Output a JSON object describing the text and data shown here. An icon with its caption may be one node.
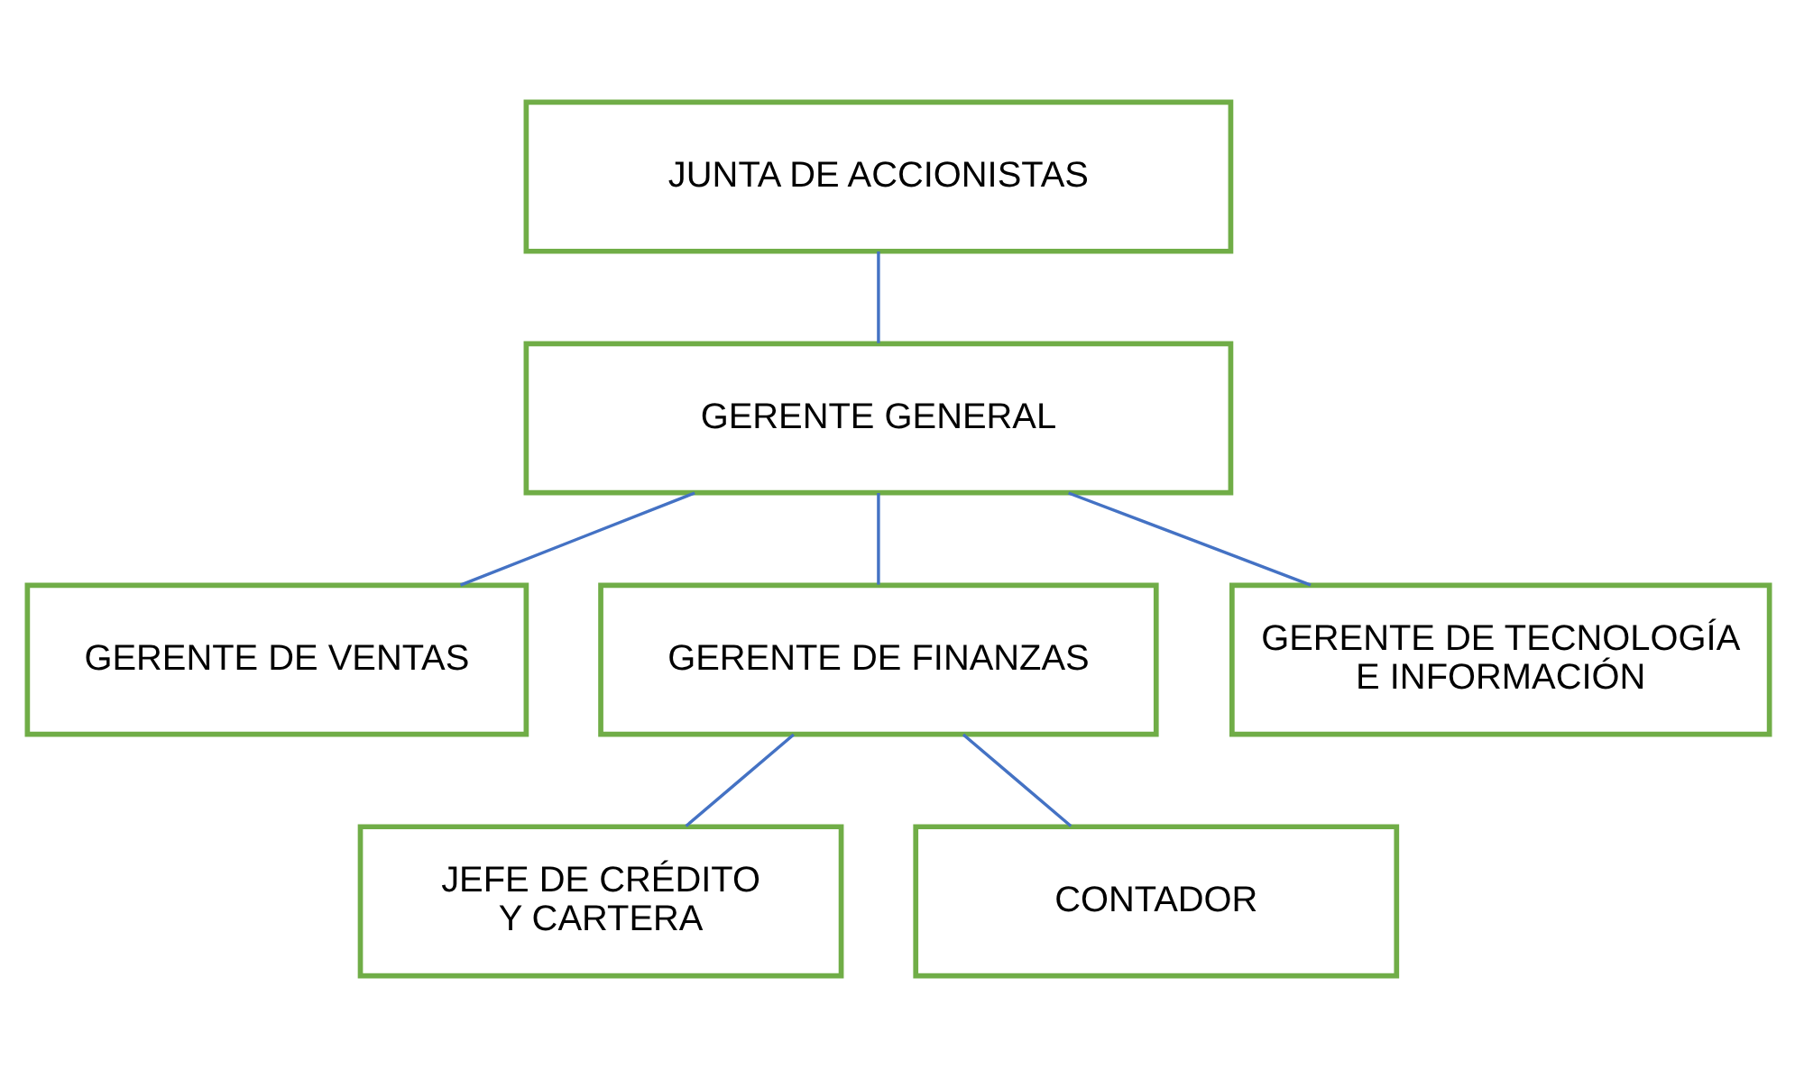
{
  "diagram": {
    "nodes": [
      {
        "text": [
          "JUNTA DE ACCIONISTAS"
        ]
      },
      {
        "text": [
          "GERENTE GENERAL"
        ]
      },
      {
        "text": [
          "GERENTE DE VENTAS"
        ]
      },
      {
        "text": [
          "GERENTE DE FINANZAS"
        ]
      },
      {
        "text": [
          "GERENTE DE TECNOLOGÍA E INFORMACIÓN"
        ]
      },
      {
        "text": [
          "JEFE DE CRÉDITO Y CARTERA"
        ]
      },
      {
        "text": [
          "CONTADOR"
        ]
      }
    ],
    "edges": [
      {
        "from": 0,
        "to": 1,
        "arrow": "none"
      },
      {
        "from": 1,
        "to": 2,
        "arrow": "none"
      },
      {
        "from": 1,
        "to": 3,
        "arrow": "none"
      },
      {
        "from": 1,
        "to": 4,
        "arrow": "none"
      },
      {
        "from": 3,
        "to": 5,
        "arrow": "none"
      },
      {
        "from": 3,
        "to": 6,
        "arrow": "none"
      }
    ]
  }
}
